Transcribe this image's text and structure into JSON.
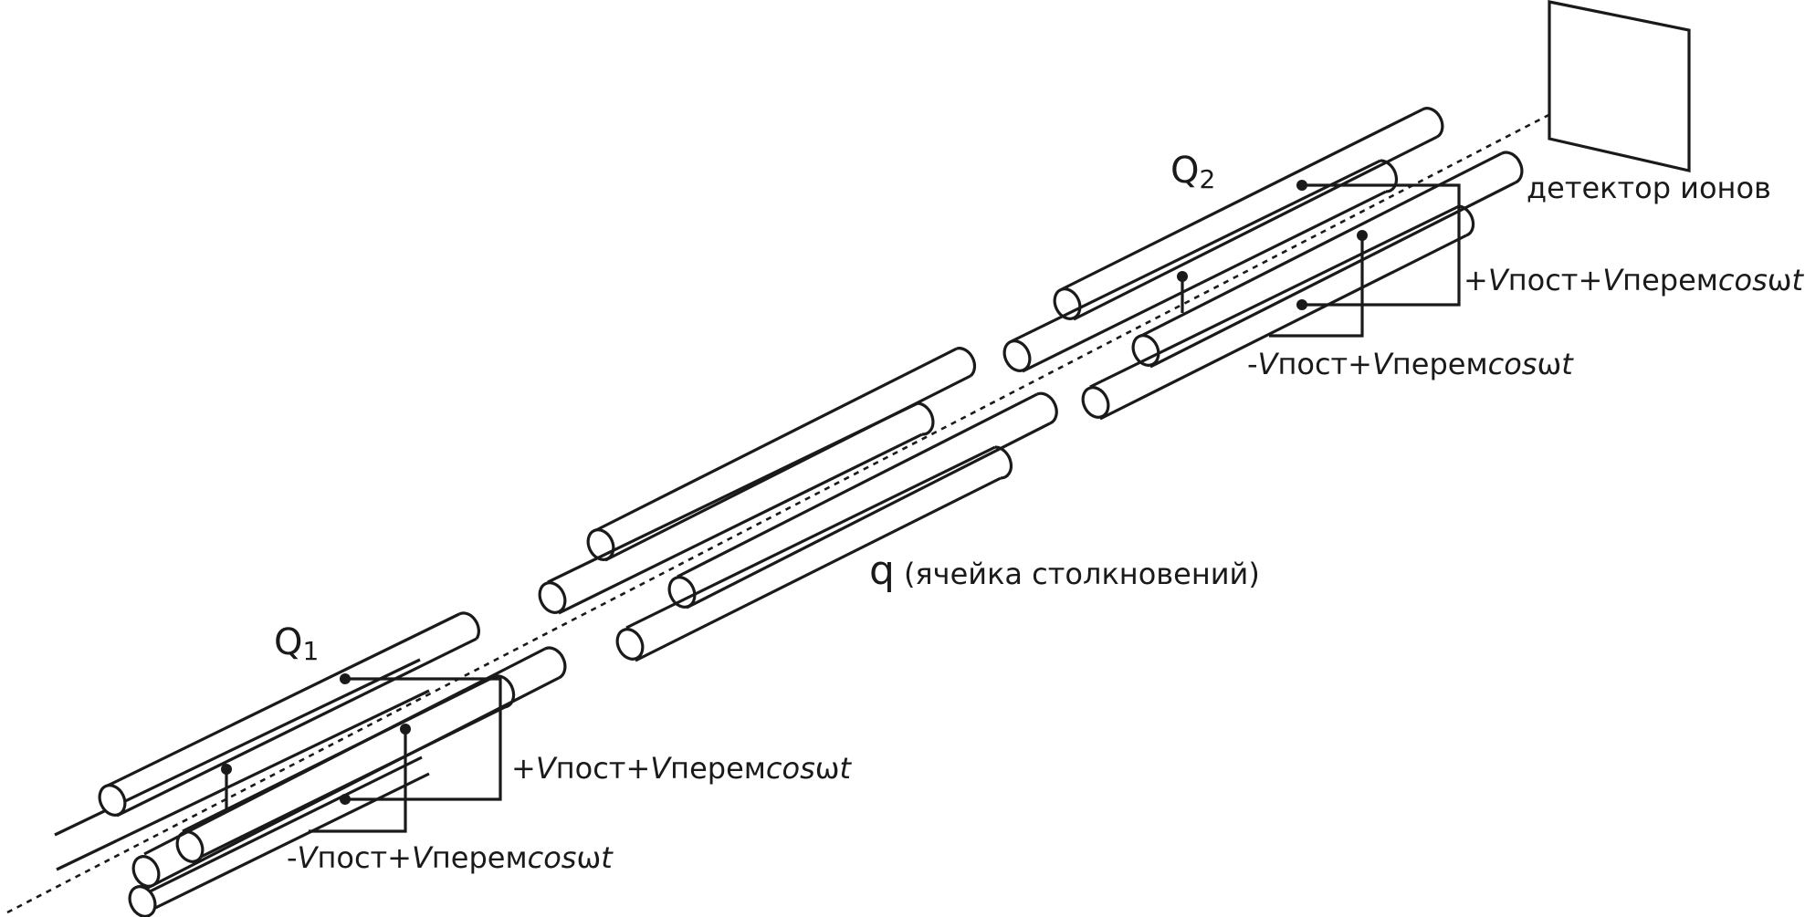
{
  "labels": {
    "q1": "Q",
    "q1_sub": "1",
    "q2": "Q",
    "q2_sub": "2",
    "cell_letter": "q",
    "cell_text": "(ячейка столкновений)",
    "detector": "детектор ионов"
  },
  "voltage_plus": {
    "sign": "+",
    "v1": "V",
    "sub1": "пост",
    "plus": "+",
    "v2": "V",
    "sub2": "перем",
    "cos": "cos",
    "omega": "ω",
    "t": "t"
  },
  "voltage_minus": {
    "sign": "-",
    "v1": "V",
    "sub1": "пост",
    "plus": "+",
    "v2": "V",
    "sub2": "перем",
    "cos": "cos",
    "omega": "ω",
    "t": "t"
  }
}
